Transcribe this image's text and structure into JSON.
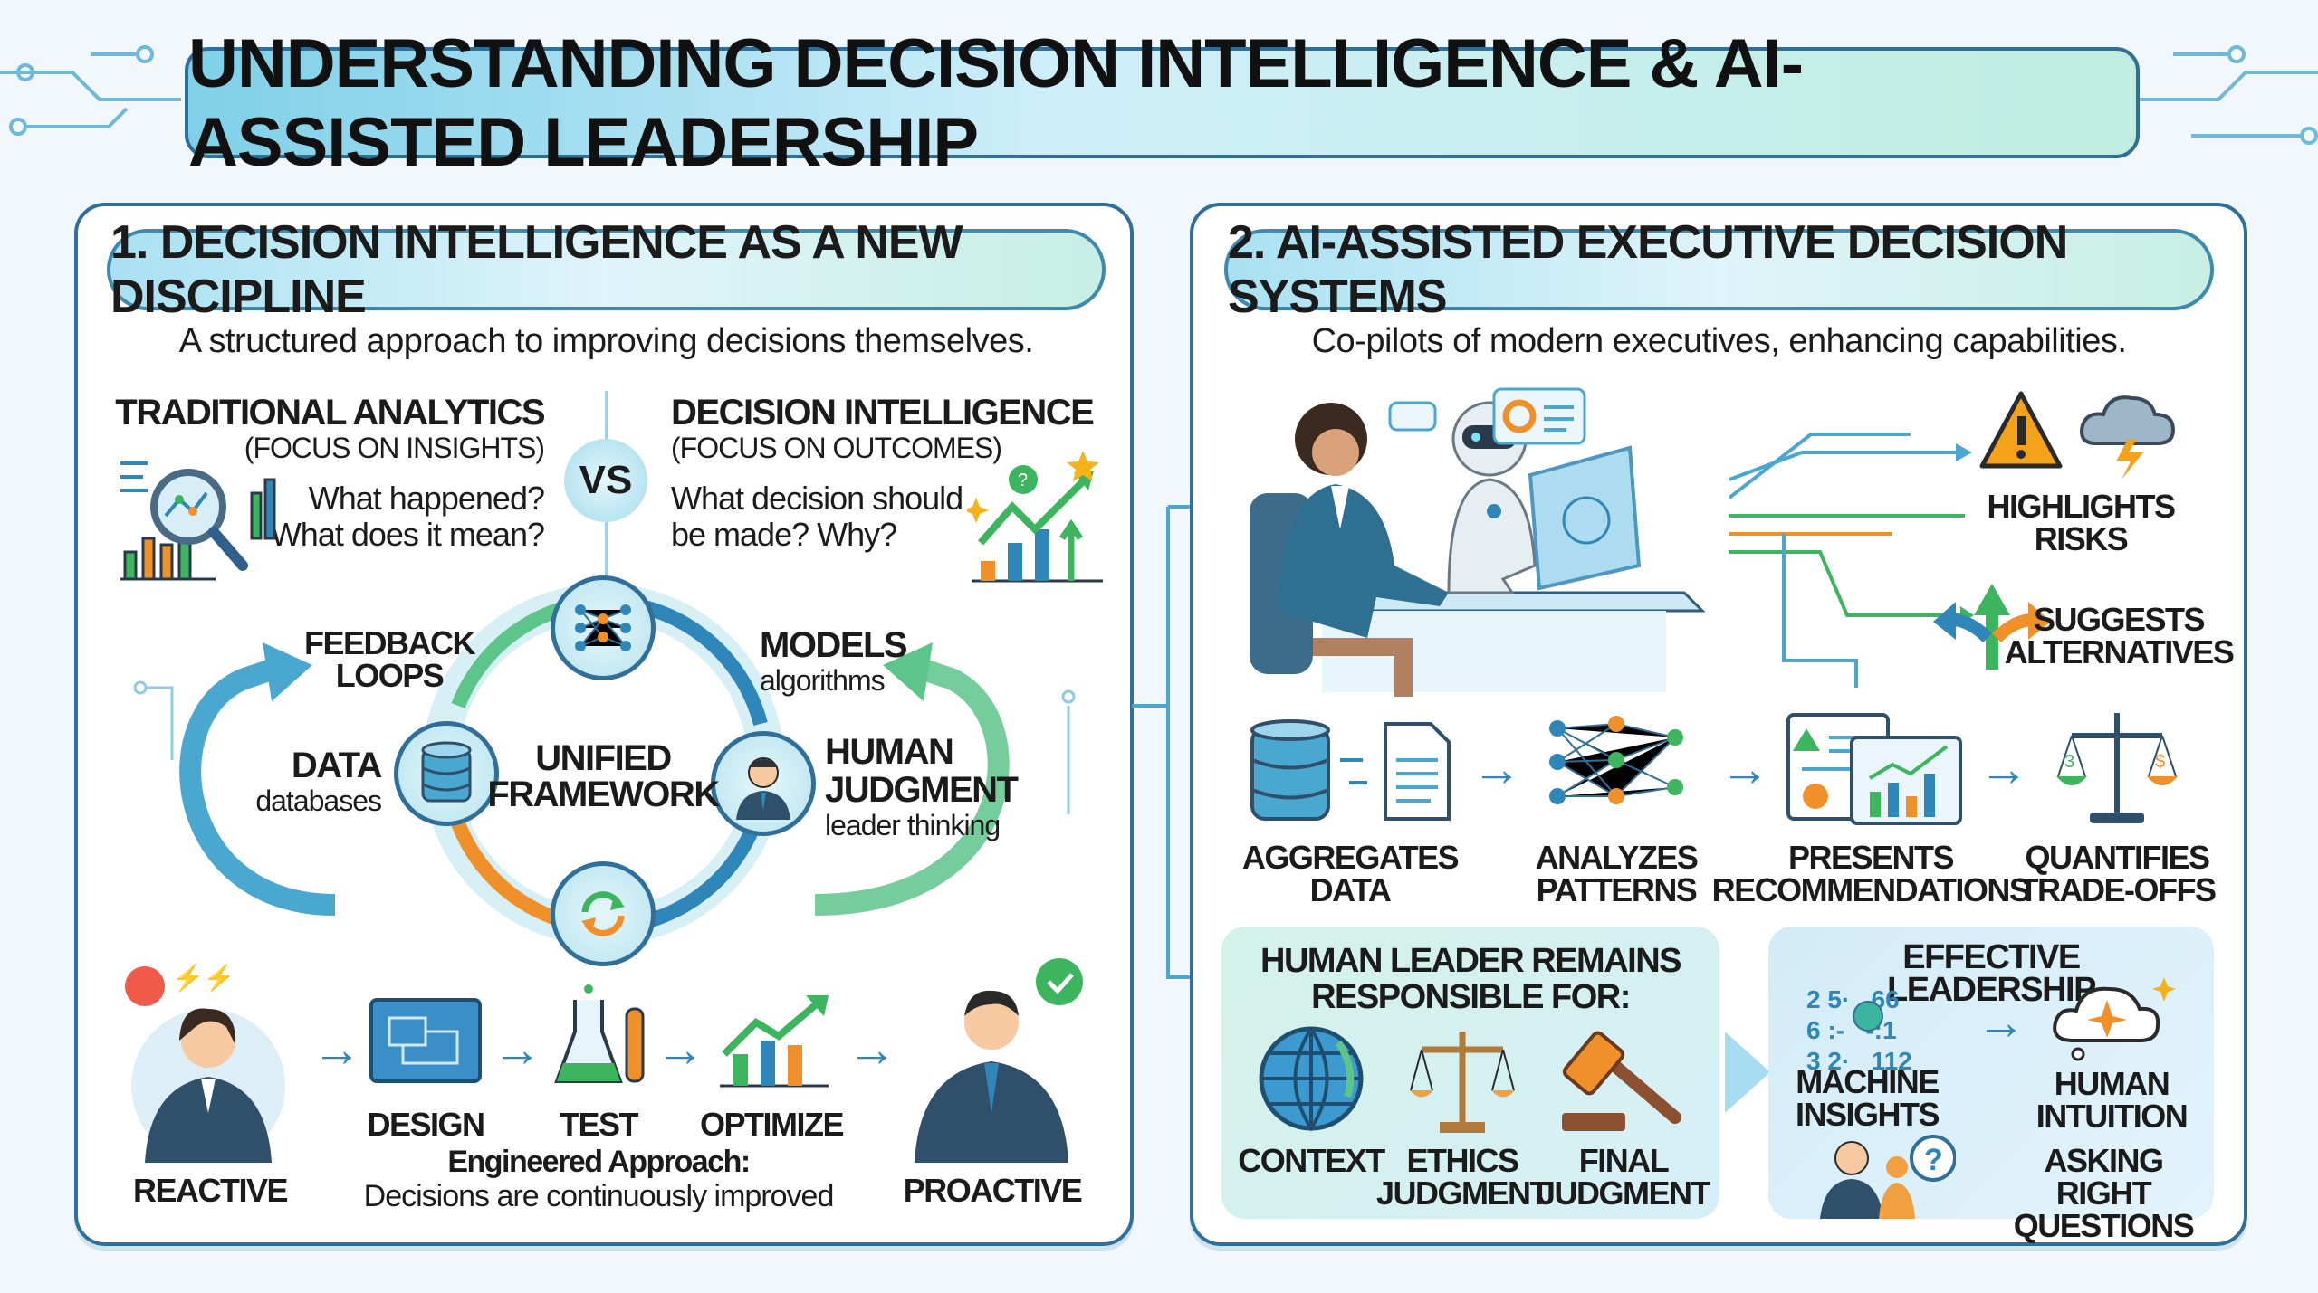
{
  "title": "UNDERSTANDING DECISION INTELLIGENCE & AI-ASSISTED LEADERSHIP",
  "panel1": {
    "header": "1. DECISION INTELLIGENCE AS A NEW DISCIPLINE",
    "subtitle": "A structured approach to improving decisions themselves.",
    "traditional": {
      "title": "TRADITIONAL ANALYTICS",
      "focus": "(FOCUS ON INSIGHTS)",
      "q1": "What happened?",
      "q2": "What does it mean?"
    },
    "vs": "VS",
    "di": {
      "title": "DECISION INTELLIGENCE",
      "focus": "(FOCUS ON OUTCOMES)",
      "q1": "What decision should",
      "q2": "be made? Why?"
    },
    "cycle": {
      "center1": "UNIFIED",
      "center2": "FRAMEWORK",
      "feedback1": "FEEDBACK",
      "feedback2": "LOOPS",
      "models": "MODELS",
      "models_sub": "algorithms",
      "data": "DATA",
      "data_sub": "databases",
      "human1": "HUMAN",
      "human2": "JUDGMENT",
      "human_sub": "leader thinking"
    },
    "flow": {
      "reactive": "REACTIVE",
      "design": "DESIGN",
      "test": "TEST",
      "optimize": "OPTIMIZE",
      "proactive": "PROACTIVE",
      "caption1": "Engineered Approach:",
      "caption2": "Decisions are continuously improved"
    }
  },
  "panel2": {
    "header": "2. AI-ASSISTED EXECUTIVE DECISION SYSTEMS",
    "subtitle": "Co-pilots of modern executives, enhancing capabilities.",
    "risks": "HIGHLIGHTS RISKS",
    "alt1": "SUGGESTS",
    "alt2": "ALTERNATIVES",
    "steps": [
      {
        "l1": "AGGREGATES",
        "l2": "DATA"
      },
      {
        "l1": "ANALYZES",
        "l2": "PATTERNS"
      },
      {
        "l1": "PRESENTS",
        "l2": "RECOMMENDATIONS"
      },
      {
        "l1": "QUANTIFIES",
        "l2": "TRADE-OFFS"
      }
    ],
    "human_box": {
      "title1": "HUMAN LEADER REMAINS",
      "title2": "RESPONSIBLE FOR:",
      "context": "CONTEXT",
      "ethics1": "ETHICS",
      "ethics2": "JUDGMENT",
      "final1": "FINAL",
      "final2": "JUDGMENT"
    },
    "effective": {
      "title": "EFFECTIVE LEADERSHIP",
      "nums1": "2 5·  .66",
      "nums2": "6 :-   -:1",
      "nums3": "3 2·   112",
      "machine1": "MACHINE",
      "machine2": "INSIGHTS",
      "human1": "HUMAN",
      "human2": "INTUITION",
      "asking1": "ASKING RIGHT",
      "asking2": "QUESTIONS"
    }
  },
  "colors": {
    "border": "#2f6f9a",
    "accent": "#2f86b8",
    "green": "#3cb55e",
    "orange": "#f0902a"
  }
}
